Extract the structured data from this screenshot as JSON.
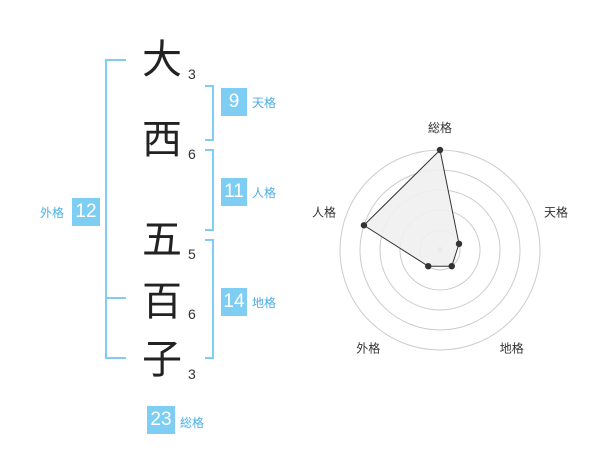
{
  "name": {
    "chars": [
      "大",
      "西",
      "五",
      "百",
      "子"
    ],
    "strokes": [
      "3",
      "6",
      "5",
      "6",
      "3"
    ]
  },
  "kakusu": {
    "tenkaku": {
      "value": "9",
      "label": "天格"
    },
    "jinkaku": {
      "value": "11",
      "label": "人格"
    },
    "chikaku": {
      "value": "14",
      "label": "地格"
    },
    "gaikaku": {
      "value": "12",
      "label": "外格"
    },
    "soukaku": {
      "value": "23",
      "label": "総格"
    }
  },
  "chart_data": {
    "type": "radar",
    "axes": [
      "総格",
      "天格",
      "地格",
      "外格",
      "人格"
    ],
    "values": [
      5,
      1,
      1,
      1,
      4
    ],
    "max": 5,
    "rings": 5,
    "grid": true
  },
  "colors": {
    "accent": "#7ecef4",
    "bracket": "#7ecef4",
    "label_text": "#4aaee6",
    "char_text": "#222222",
    "radar_fill": "#efefef",
    "radar_line": "#333333",
    "grid_ring": "#cccccc"
  }
}
